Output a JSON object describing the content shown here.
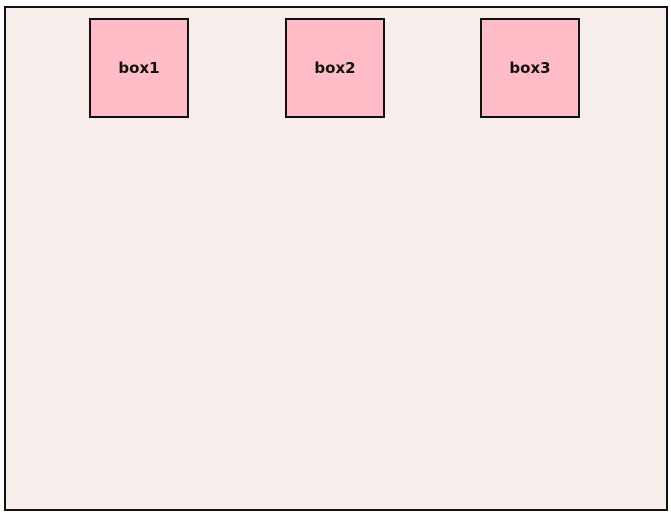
{
  "colors": {
    "container_background": "#f7eeeb",
    "box_background": "#ffbcc6",
    "border": "#111111"
  },
  "boxes": [
    {
      "label": "box1"
    },
    {
      "label": "box2"
    },
    {
      "label": "box3"
    }
  ]
}
